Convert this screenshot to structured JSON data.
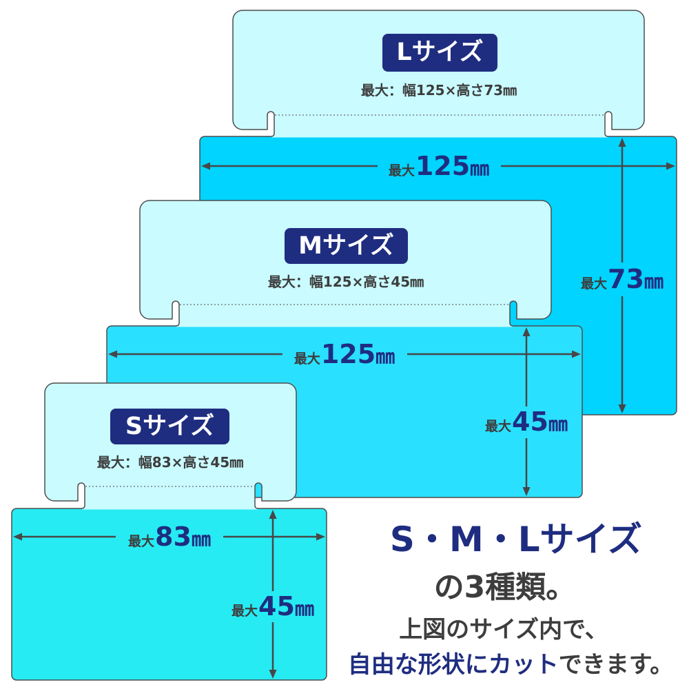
{
  "colors": {
    "navy": "#1f2d80",
    "text_dark": "#3d3d3d",
    "outline": "#4d4d4d",
    "arrow": "#474747",
    "tab_fill": "#c9fbff",
    "l_panel": "#00d4ff",
    "m_panel": "#2ae0ff",
    "s_panel": "#26ebf3"
  },
  "label_prefix": "最大",
  "unit": "㎜",
  "sizes": {
    "l": {
      "badge": "Lサイズ",
      "spec": "最大：幅125×高さ73㎜",
      "width_mm": 125,
      "height_mm": 73
    },
    "m": {
      "badge": "Mサイズ",
      "spec": "最大：幅125×高さ45㎜",
      "width_mm": 125,
      "height_mm": 45
    },
    "s": {
      "badge": "Sサイズ",
      "spec": "最大：幅83×高さ45㎜",
      "width_mm": 83,
      "height_mm": 45
    }
  },
  "summary": {
    "line1": "S・M・Lサイズ",
    "line2": "の3種類。",
    "line3": "上図のサイズ内で、",
    "line4_emphasis": "自由な形状にカット",
    "line4_rest": "できます。"
  }
}
